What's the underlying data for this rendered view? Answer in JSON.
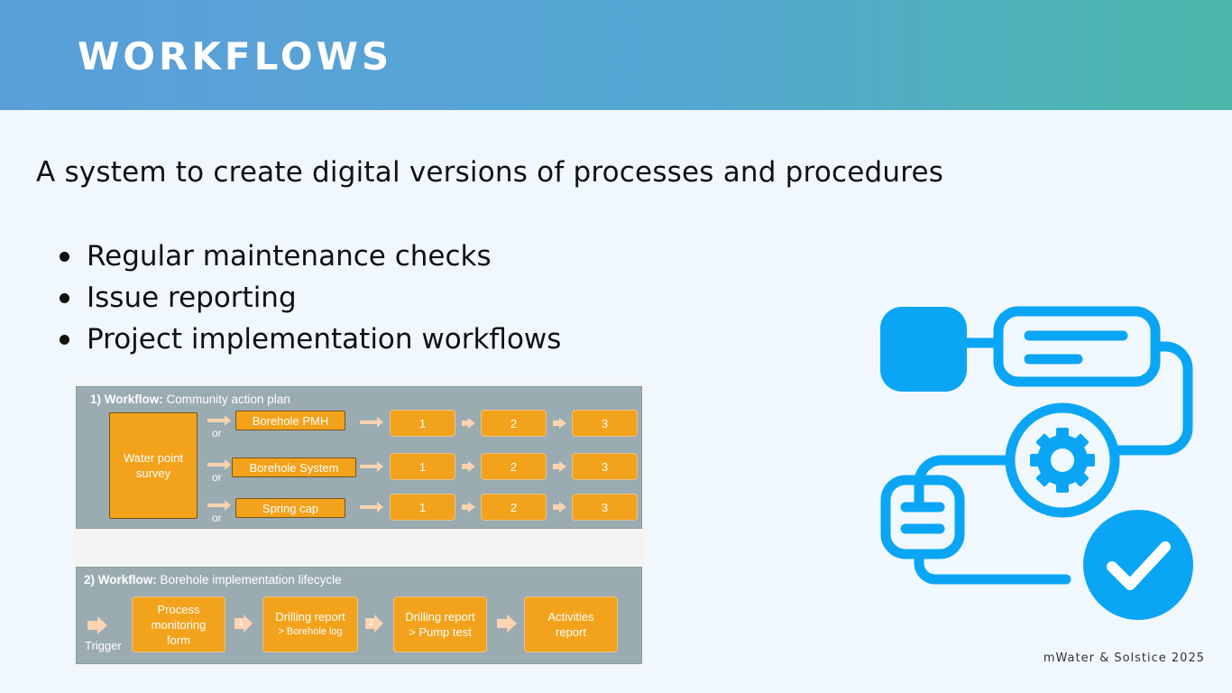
{
  "header": {
    "title": "WORKFLOWS",
    "color_start": "#5a9fd9",
    "color_end": "#4bb8aa"
  },
  "subtitle": "A system to create digital versions of processes and procedures",
  "bullets": [
    "Regular maintenance checks",
    "Issue reporting",
    "Project implementation workflows"
  ],
  "diagram": {
    "workflow1": {
      "prefix": "1) Workflow:",
      "name": "Community action plan",
      "start": "Water point survey",
      "or_label": "or",
      "branches": [
        "Borehole PMH",
        "Borehole System",
        "Spring cap"
      ],
      "steps": [
        "1",
        "2",
        "3"
      ]
    },
    "workflow2": {
      "prefix": "2) Workflow:",
      "name": "Borehole implementation lifecycle",
      "trigger": "Trigger",
      "stages": [
        {
          "line1": "Process",
          "line2": "monitoring",
          "line3": "form"
        },
        {
          "line1": "Drilling report",
          "line2": "> Borehole log"
        },
        {
          "line1": "Drilling report",
          "line2": "> Pump test"
        },
        {
          "line1": "Activities",
          "line2": "report"
        }
      ],
      "connector_numbers": [
        "1",
        "2"
      ]
    }
  },
  "illustration": {
    "icon": "workflow-gear-check-icon",
    "color": "#0aa6f5"
  },
  "footer": "mWater & Solstice 2025",
  "accent_color": "#f3a21c"
}
